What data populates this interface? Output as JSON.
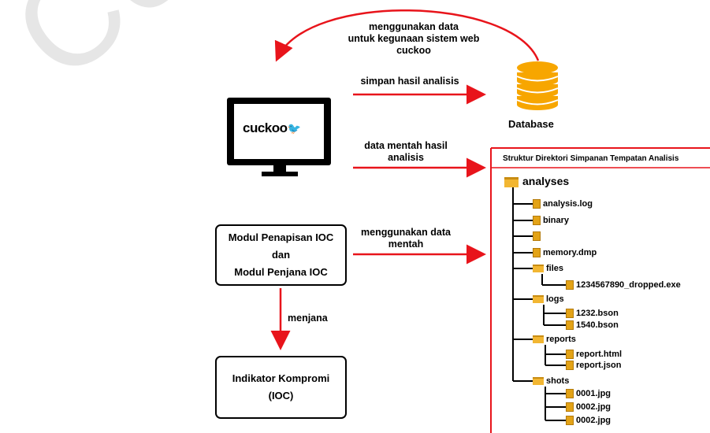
{
  "watermark": "Copy",
  "arrows": {
    "top_label": [
      "menggunakan data",
      "untuk kegunaan sistem web",
      "cuckoo"
    ],
    "save_label": "simpan hasil analisis",
    "raw_label": [
      "data mentah hasil",
      "analisis"
    ],
    "module_label": [
      "menggunakan data",
      "mentah"
    ],
    "generate_label": "menjana"
  },
  "database": {
    "label": "Database"
  },
  "monitor": {
    "logo_text": "cuckoo"
  },
  "module_box": {
    "line1": "Modul Penapisan IOC",
    "line2": "dan",
    "line3": "Modul Penjana IOC"
  },
  "ioc_box": {
    "line1": "Indikator Kompromi",
    "line2": "(IOC)"
  },
  "directory": {
    "title": "Struktur Direktori Simpanan Tempatan Analisis",
    "root": "analyses",
    "items": {
      "analysis_log": "analysis.log",
      "binary": "binary",
      "blank": "",
      "memory": "memory.dmp",
      "files": "files",
      "dropped": "1234567890_dropped.exe",
      "logs": "logs",
      "bson1": "1232.bson",
      "bson2": "1540.bson",
      "reports": "reports",
      "report_html": "report.html",
      "report_json": "report.json",
      "shots": "shots",
      "shot1": "0001.jpg",
      "shot2": "0002.jpg",
      "shot3": "0002.jpg"
    }
  },
  "colors": {
    "arrow": "#e8141b",
    "db": "#f7a600"
  }
}
